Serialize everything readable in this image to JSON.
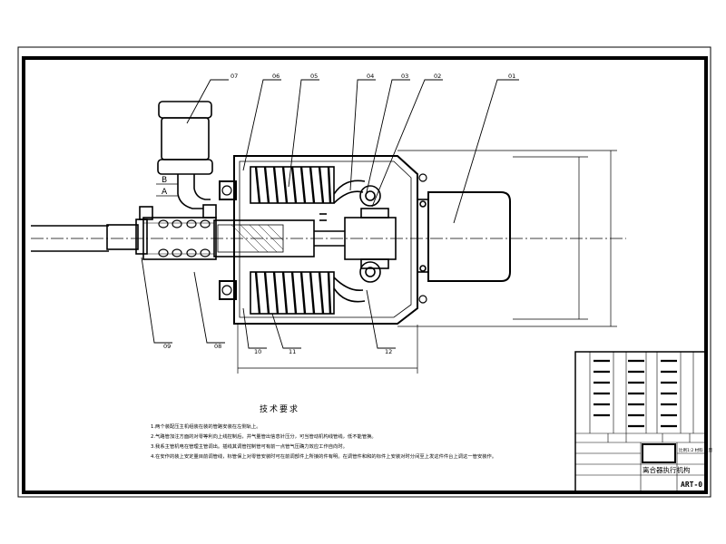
{
  "drawing": {
    "callouts": [
      "07",
      "06",
      "05",
      "04",
      "03",
      "02",
      "01",
      "09",
      "08",
      "10",
      "11",
      "12"
    ],
    "side_labels": [
      "B",
      "A"
    ],
    "requirements_title": "技术要求",
    "requirements": [
      "1.两个装配压主机组装在装的管路安装在左侧轨上。",
      "2.气路管加注方面的对零等利向上线控制后，并气量管出信息针压分，可当管动机构线管线，低不能管换。",
      "3.我系主管机电在管理主管调出。插线其调管控制管可有前一点管气压确力效应工作自向时。",
      "4.在安作的装上安定量目前调管线，标管保上对零管安装时可在前调部件上所接的件有明。在调管件和和的标件上安装对时分间至上发这件件台上调这一管安装作。"
    ],
    "title_block": {
      "drawing_name": "离合器执行机构",
      "drawing_no": "ART-0",
      "spec_label": "比例1:2 材料 重量"
    }
  }
}
